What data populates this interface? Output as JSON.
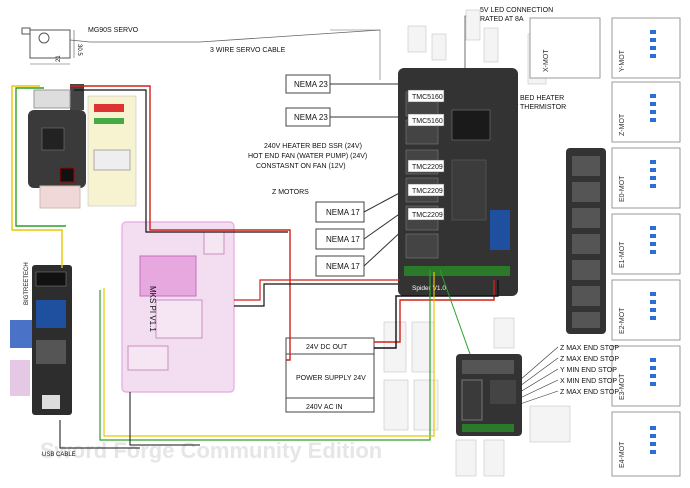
{
  "servo": {
    "label": "MG90S SERVO",
    "dim_h": "30.5",
    "dim_w": "21"
  },
  "servo_cable": "3 WIRE SERVO CABLE",
  "led": {
    "line1": "5V LED CONNECTION",
    "line2": "RATED AT 8A"
  },
  "bed_thermistor": {
    "line1": "BED HEATER",
    "line2": "THERMISTOR"
  },
  "nema23": [
    "NEMA 23",
    "NEMA 23"
  ],
  "nema17": [
    "NEMA 17",
    "NEMA 17",
    "NEMA 17"
  ],
  "drivers": [
    "TMC5160",
    "TMC5160",
    "TMC2209",
    "TMC2209",
    "TMC2209"
  ],
  "power_notes": [
    "240V HEATER BED SSR (24V)",
    "HOT END FAN (WATER PUMP) (24V)",
    "CONSTASNT ON FAN (12V)"
  ],
  "z_motors": "Z MOTORS",
  "spider_label": "Spider V1.0",
  "mks_label": "MKS PI V1.1",
  "host_board_label": "BIGTREETECH",
  "psu": {
    "dc_out": "24V DC OUT",
    "title": "POWER SUPPLY 24V",
    "ac_in": "240V AC IN"
  },
  "endstops": [
    "Z MAX END STOP",
    "Z MAX END STOP",
    "Y MIN END STOP",
    "X MIN END STOP",
    "Z MAX END STOP"
  ],
  "usb_cable": "USB CABLE",
  "watermark": "Sword Forge Community Edition",
  "motor_labels": [
    "X-MOT",
    "Y-MOT",
    "Z-MOT",
    "E0-MOT",
    "E1-MOT",
    "E2-MOT",
    "E3-MOT",
    "E4-MOT"
  ],
  "colors": {
    "board": "#333333",
    "wire_red": "#d0201a",
    "wire_black": "#111111",
    "wire_green": "#2aa02a",
    "wire_yellow": "#e8c800",
    "mks_pink": "#e7a8e0",
    "pin_blue": "#2b6fd6"
  }
}
